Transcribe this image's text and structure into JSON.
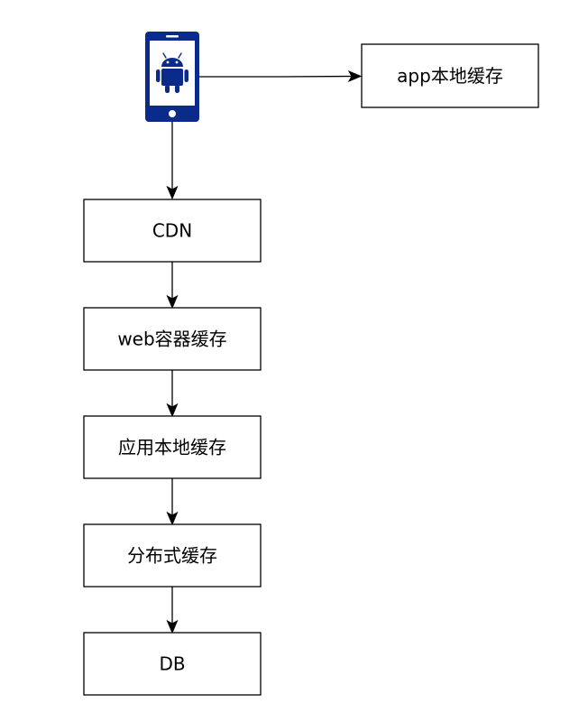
{
  "colors": {
    "device_body": "#0a2a8c",
    "device_screen": "#ffffff",
    "android_robot": "#0a2a8c",
    "box_border": "#000000",
    "box_fill": "#ffffff",
    "edge": "#000000"
  },
  "device": {
    "icon": "android-phone-icon"
  },
  "nodes": {
    "app_cache": "app本地缓存",
    "cdn": "CDN",
    "web_cache": "web容器缓存",
    "app_local_cache": "应用本地缓存",
    "distributed_cache": "分布式缓存",
    "db": "DB"
  }
}
